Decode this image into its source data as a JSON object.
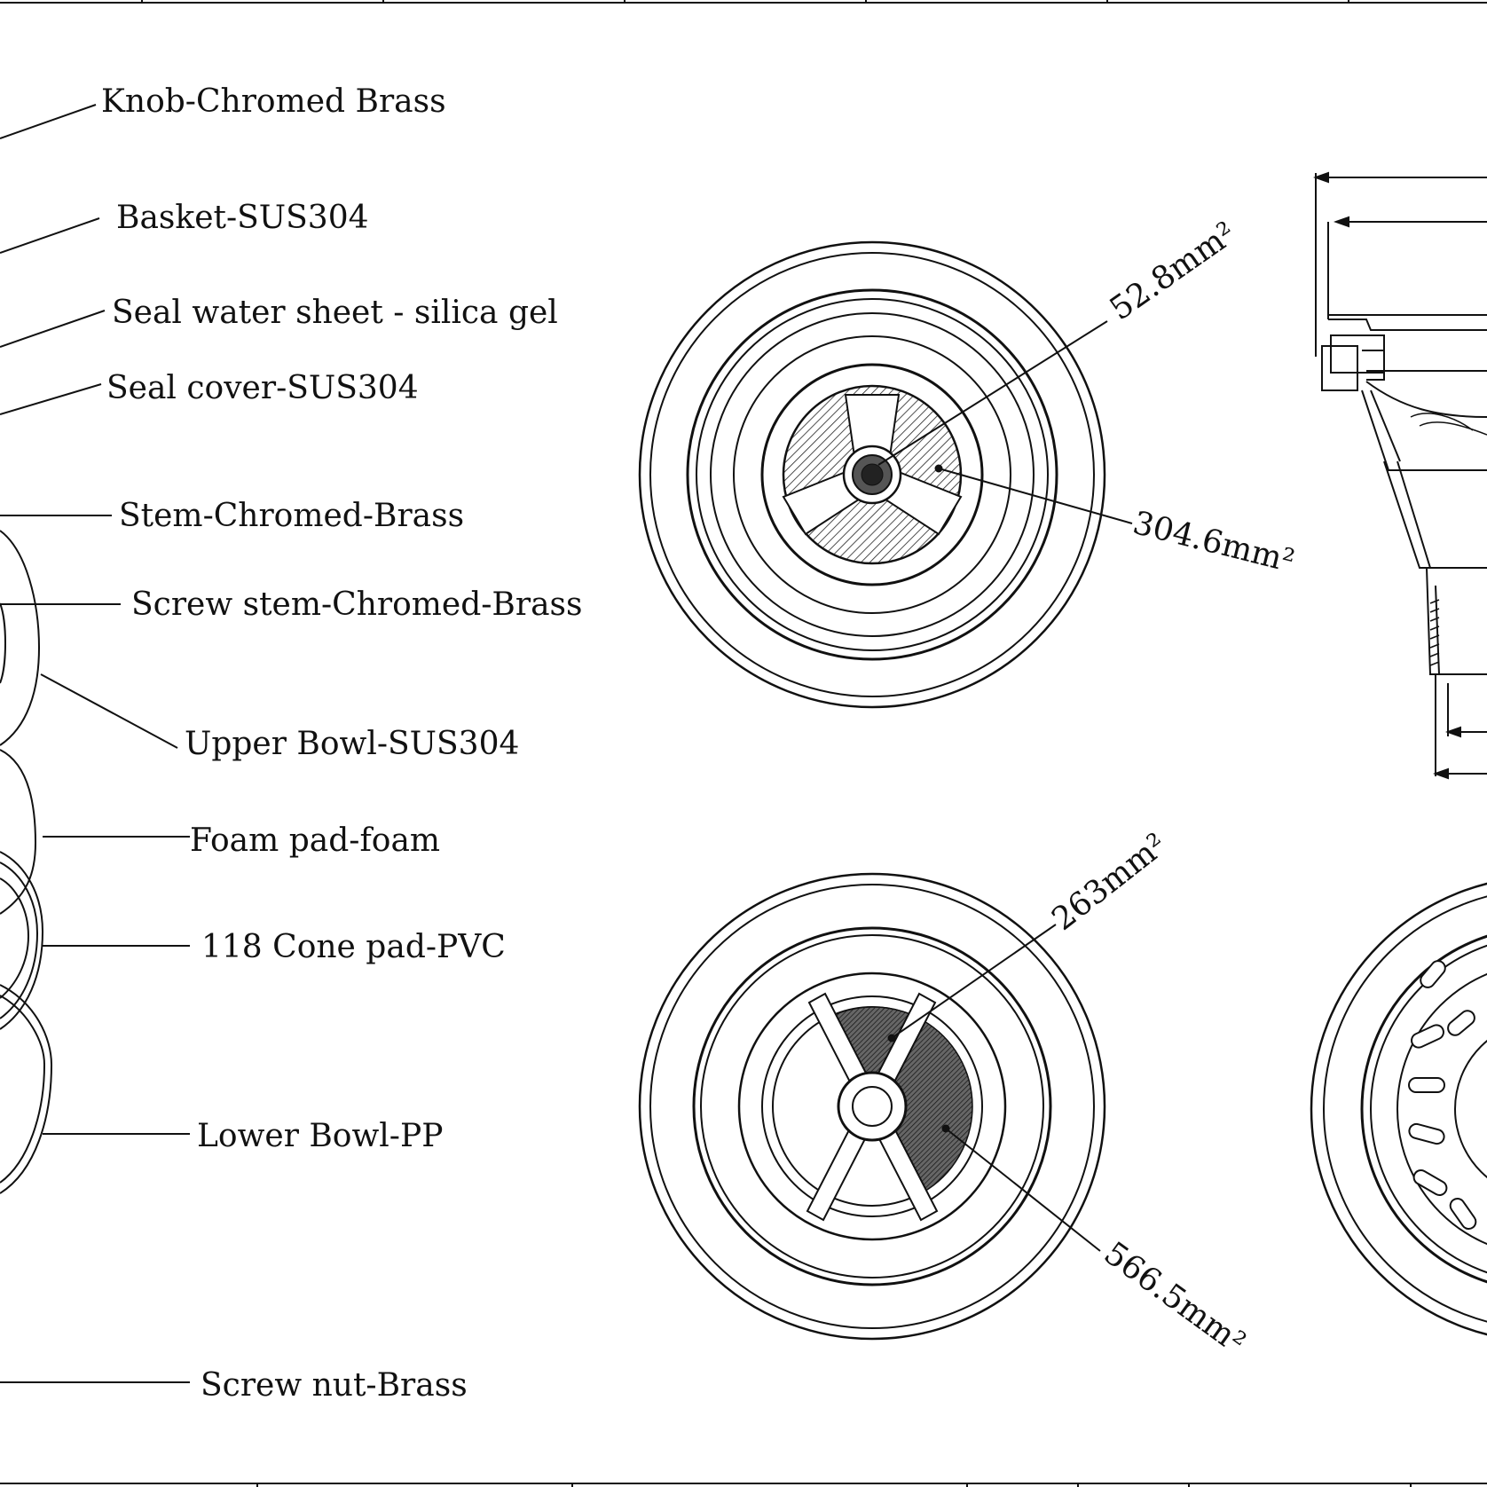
{
  "parts": [
    {
      "id": "knob",
      "label": "Knob-Chromed Brass"
    },
    {
      "id": "basket",
      "label": "Basket-SUS304"
    },
    {
      "id": "seal-water-sheet",
      "label": "Seal water sheet - silica gel"
    },
    {
      "id": "seal-cover",
      "label": "Seal cover-SUS304"
    },
    {
      "id": "stem",
      "label": "Stem-Chromed-Brass"
    },
    {
      "id": "screw-stem",
      "label": "Screw stem-Chromed-Brass"
    },
    {
      "id": "upper-bowl",
      "label": "Upper Bowl-SUS304"
    },
    {
      "id": "foam-pad",
      "label": "Foam pad-foam"
    },
    {
      "id": "cone-pad",
      "label": "118 Cone pad-PVC"
    },
    {
      "id": "lower-bowl",
      "label": "Lower Bowl-PP"
    },
    {
      "id": "screw-nut",
      "label": "Screw nut-Brass"
    }
  ],
  "top_view": {
    "area_small": "52.8mm²",
    "area_large": "304.6mm²"
  },
  "bottom_view": {
    "area_small": "263mm²",
    "area_large": "566.5mm²"
  }
}
